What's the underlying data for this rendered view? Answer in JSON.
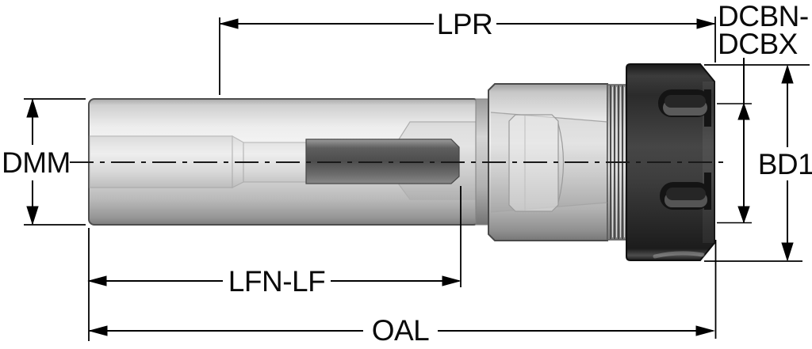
{
  "drawing": {
    "type": "technical-dimension-drawing",
    "labels": {
      "lpr": "LPR",
      "dcbn_line1": "DCBN-",
      "dcbn_line2": "DCBX",
      "dmm": "DMM",
      "bd1": "BD1",
      "lfn_lf": "LFN-LF",
      "oal": "OAL"
    },
    "colors": {
      "background": "#ffffff",
      "dimension_line": "#000000",
      "body_highlight": "#f3f3f3",
      "body_mid": "#c9c9c9",
      "body_shadow": "#7f7f7f",
      "nut_dark": "#2e2e2e",
      "rod_gray": "#565656"
    }
  }
}
